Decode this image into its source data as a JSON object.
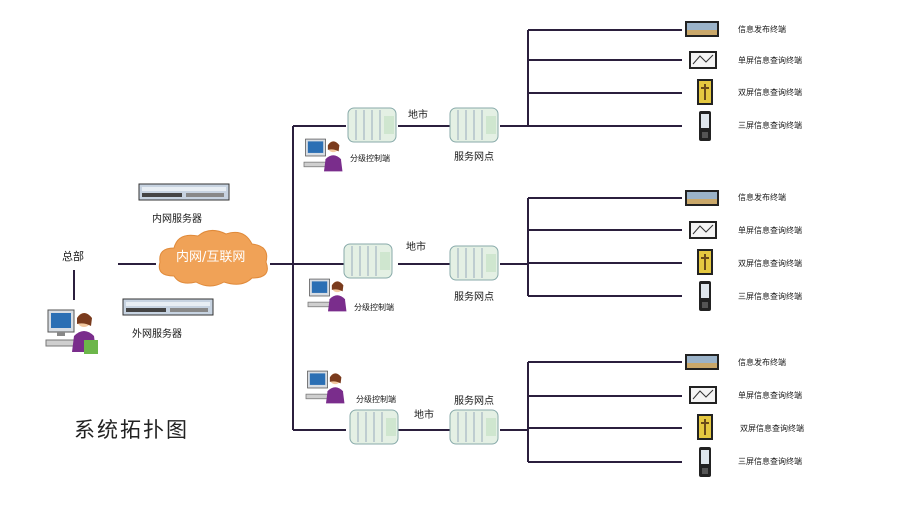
{
  "title": "系统拓扑图",
  "hq": {
    "label": "总部"
  },
  "cloud": {
    "label": "内网/互联网"
  },
  "servers": {
    "inner": "内网服务器",
    "outer": "外网服务器"
  },
  "branches": [
    {
      "city": "地市",
      "controller": "分级控制端",
      "service": "服务网点",
      "terminals": [
        "信息发布终端",
        "单屏信息查询终端",
        "双屏信息查询终端",
        "三屏信息查询终端"
      ]
    },
    {
      "city": "地市",
      "controller": "分级控制端",
      "service": "服务网点",
      "terminals": [
        "信息发布终端",
        "单屏信息查询终端",
        "双屏信息查询终端",
        "三屏信息查询终端"
      ]
    },
    {
      "city": "地市",
      "controller": "分级控制端",
      "service": "服务网点",
      "terminals": [
        "信息发布终端",
        "单屏信息查询终端",
        "双屏信息查询终端",
        "三屏信息查询终端"
      ]
    }
  ],
  "colors": {
    "wire": "#2b1f3d",
    "cloud": "#f0a257",
    "server": "#c7d3e1",
    "screen": "#1a4a7a"
  }
}
